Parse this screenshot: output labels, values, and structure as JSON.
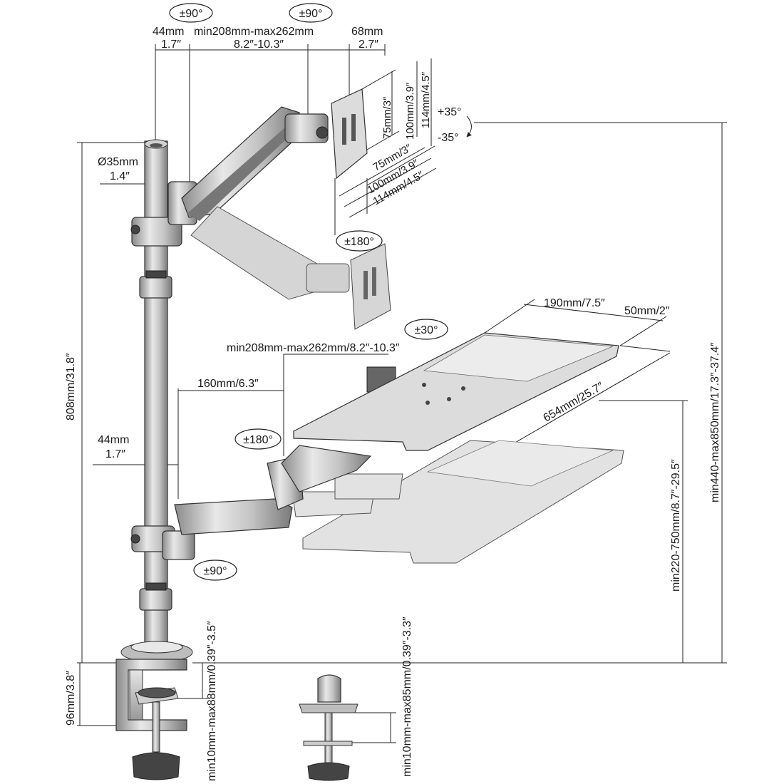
{
  "diagram": {
    "rotation_labels": {
      "arm_top_left": "±90°",
      "arm_top_mid": "±90°",
      "monitor_tilt_up": "+35°",
      "monitor_tilt_down": "-35°",
      "monitor_rotate": "±180°",
      "tray_tilt": "±30°",
      "tray_rotate": "±180°",
      "lower_arm": "±90°"
    },
    "dimensions": {
      "top_offset": "44mm",
      "top_offset_in": "1.7″",
      "arm_reach": "min208mm-max262mm",
      "arm_reach_in": "8.2″-10.3″",
      "head_depth": "68mm",
      "head_depth_in": "2.7″",
      "pole_diameter": "Ø35mm",
      "pole_diameter_in": "1.4″",
      "vesa_v1": "75mm/3″",
      "vesa_v2": "100mm/3.9″",
      "vesa_v3": "114mm/4.5″",
      "vesa_h1": "75mm/3″",
      "vesa_h2": "100mm/3.9″",
      "vesa_h3": "114mm/4.5″",
      "tray_width_a": "190mm/7.5″",
      "tray_width_b": "50mm/2″",
      "tray_length": "654mm/25.7″",
      "tray_arm_reach": "min208mm-max262mm/8.2″-10.3″",
      "lower_reach": "160mm/6.3″",
      "lower_offset": "44mm",
      "lower_offset_in": "1.7″",
      "pole_height": "808mm/31.8″",
      "monitor_height": "min440-max850mm/17.3″-37.4″",
      "tray_height": "min220-750mm/8.7″-29.5″",
      "clamp_height": "96mm/3.8″",
      "clamp_range": "min10mm-max88mm/0.39″-3.5″",
      "grommet_range": "min10mm-max85mm/0.39″-3.3″"
    }
  }
}
